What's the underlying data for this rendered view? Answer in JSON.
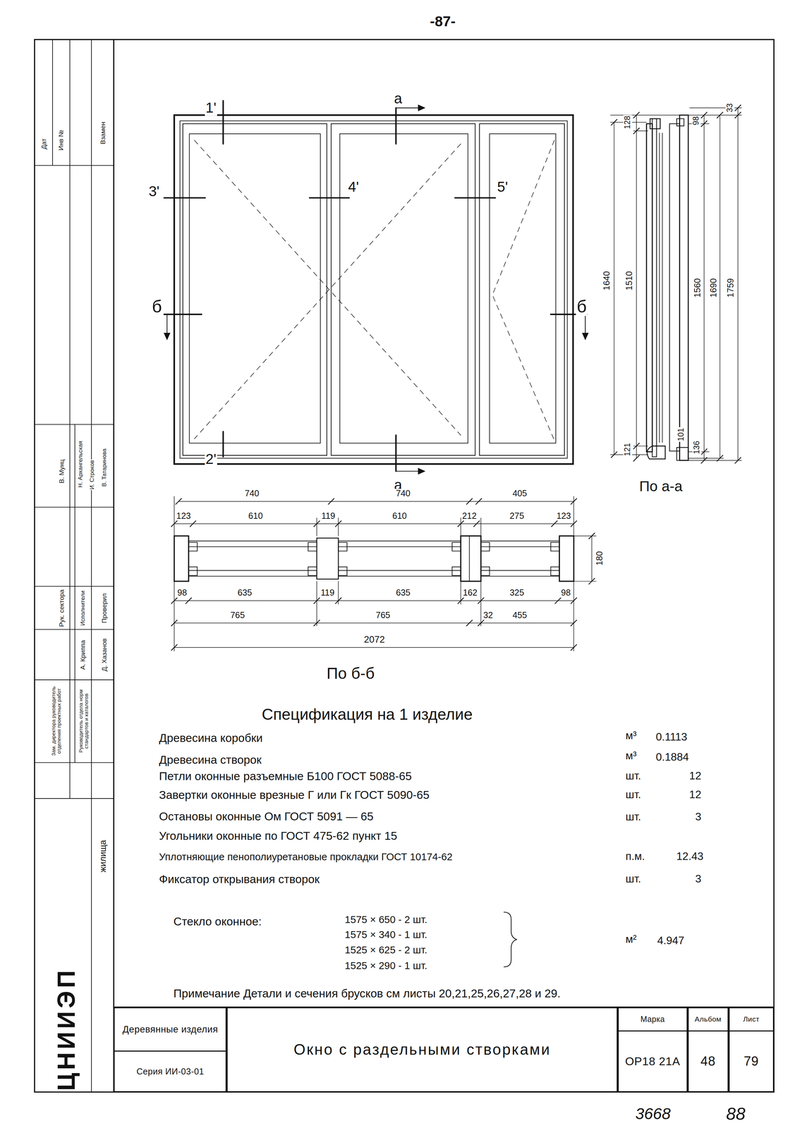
{
  "diagram": {
    "nodes": [
      {
        "text": [
          "Деревянные изделия",
          "Серия ИИ-03-01"
        ]
      },
      {
        "text": [
          "Окно с раздельными створками"
        ]
      },
      {
        "text": [
          "Марка",
          "ОР18 21А"
        ]
      },
      {
        "text": [
          "Альбом",
          "48"
        ]
      },
      {
        "text": [
          "Лист",
          "79"
        ]
      }
    ],
    "labels": [
      "-87-",
      "1'",
      "а",
      "3'",
      "4'",
      "5'",
      "б",
      "б",
      "2'",
      "а",
      "128",
      "33",
      "98",
      "1640",
      "1510",
      "1560",
      "1690",
      "1759",
      "121",
      "101",
      "136",
      "По а-а",
      "740",
      "740",
      "405",
      "123",
      "610",
      "119",
      "610",
      "212",
      "275",
      "123",
      "180",
      "98",
      "635",
      "119",
      "635",
      "162",
      "325",
      "98",
      "765",
      "765",
      "32",
      "455",
      "2072",
      "По б-б",
      "Спецификация на 1 изделие",
      "Древесина коробки",
      "м³",
      "0.1113",
      "Древесина створок",
      "м³",
      "0.1884",
      "Петли оконные разъемные Б100 ГОСТ 5088-65",
      "шт.",
      "12",
      "Завертки оконные врезные Г или Гк ГОСТ 5090-65",
      "шт.",
      "12",
      "Остановы оконные Ом ГОСТ 5091 — 65",
      "шт.",
      "3",
      "Угольники оконные по ГОСТ 475-62 пункт 15",
      "Уплотняющие пенополиуретановые прокладки ГОСТ 10174-62",
      "п.м.",
      "12.43",
      "Фиксатор открывания створок",
      "шт.",
      "3",
      "Стекло оконное:",
      "1575 × 650 - 2 шт.",
      "1575 × 340 - 1 шт.",
      "1525 × 625 - 2 шт.",
      "1525 × 290 - 1 шт.",
      "м²",
      "4.947",
      "Примечание Детали и сечения брусков см листы 20,21,25,26,27,28 и 29.",
      "3668",
      "88",
      "Дат",
      "Инв №",
      "Взамен",
      "В. Мунц",
      "Н. Архангельская",
      "И. Строков",
      "В. Татаринова",
      "Рук. сектора",
      "Исполнители",
      "Проверил",
      "А. Криппа",
      "Д. Хазанов",
      "Зам. директора руководитель отделения проектных работ",
      "Руководитель отдела норм стандартов и каталогов",
      "ЦНИИЭП",
      "жилища"
    ]
  }
}
